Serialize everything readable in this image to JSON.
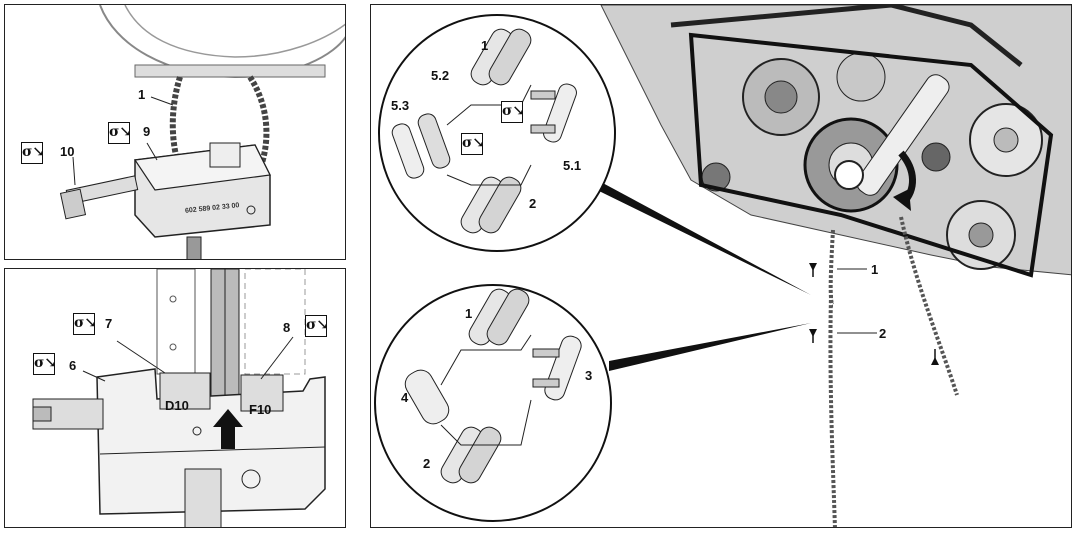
{
  "tool_symbol": "σ↘",
  "panel_a": {
    "labels": {
      "chain": "1",
      "tool": "9",
      "pin": "10"
    },
    "engraving": "602 589 02 33 00"
  },
  "panel_b": {
    "labels": {
      "holder": "7",
      "anvil": "8",
      "base": "6"
    },
    "die_left": "D10",
    "die_right": "F10"
  },
  "panel_c": {
    "top_inset": {
      "link_1": "1",
      "link_2": "2",
      "link_52": "5.2",
      "link_53": "5.3",
      "link_51": "5.1"
    },
    "bottom_inset": {
      "link_1": "1",
      "link_2": "2",
      "link_3": "3",
      "link_4": "4"
    },
    "chain_labels": {
      "upper": "1",
      "lower": "2"
    }
  }
}
